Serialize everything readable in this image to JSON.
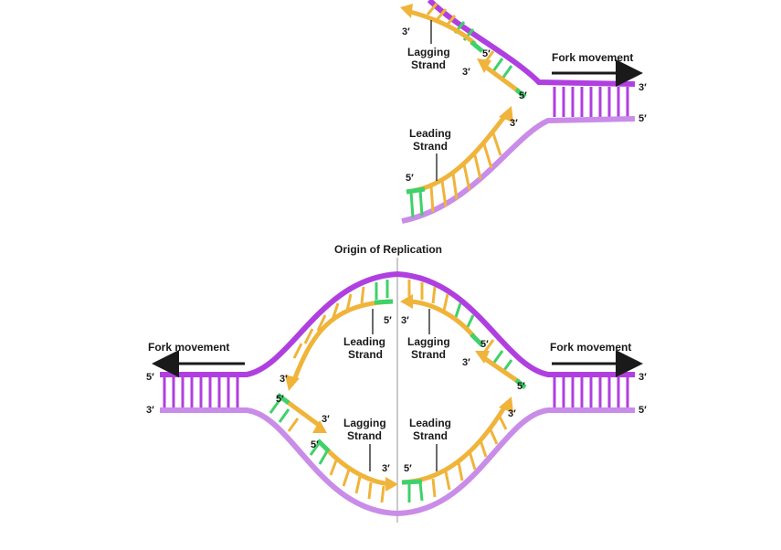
{
  "colors": {
    "parental_strand": "#b03fe0",
    "parental_strand_light": "#c98ce8",
    "new_strand": "#f0b43a",
    "new_strand_light": "#f5d27a",
    "primer": "#3fd16a",
    "arrow": "#1a1a1a",
    "origin_line": "#b8b8b8"
  },
  "top_panel": {
    "lagging_label": [
      "Lagging",
      "Strand"
    ],
    "leading_label": [
      "Leading",
      "Strand"
    ],
    "fork_movement": "Fork movement",
    "ends": {
      "lag_3prime": "3′",
      "lag_5prime_a": "5′",
      "lag_3prime_b": "3′",
      "lag_5prime_b": "5′",
      "lead_3prime": "3′",
      "lead_5prime": "5′",
      "right_3prime": "3′",
      "right_5prime": "5′"
    }
  },
  "bottom_panel": {
    "origin_label": "Origin of Replication",
    "fork_movement_left": "Fork movement",
    "fork_movement_right": "Fork movement",
    "left_leading_label": [
      "Leading",
      "Strand"
    ],
    "left_lagging_label": [
      "Lagging",
      "Strand"
    ],
    "right_lagging_label": [
      "Lagging",
      "Strand"
    ],
    "right_leading_label": [
      "Leading",
      "Strand"
    ],
    "ends": {
      "left_5prime": "5′",
      "left_3prime": "3′",
      "top_mid_5prime": "5′",
      "top_mid_3prime": "3′",
      "left_new_3prime": "3′",
      "left_lag_5prime": "5′",
      "left_lag_3prime": "3′",
      "left_lag_5prime_b": "5′",
      "bottom_mid_3prime": "3′",
      "bottom_mid_5prime": "5′",
      "right_lag_5prime": "5′",
      "right_lag_3prime": "3′",
      "right_lag_5prime_b": "5′",
      "right_lead_3prime": "3′",
      "right_3prime": "3′",
      "right_5prime": "5′"
    }
  }
}
